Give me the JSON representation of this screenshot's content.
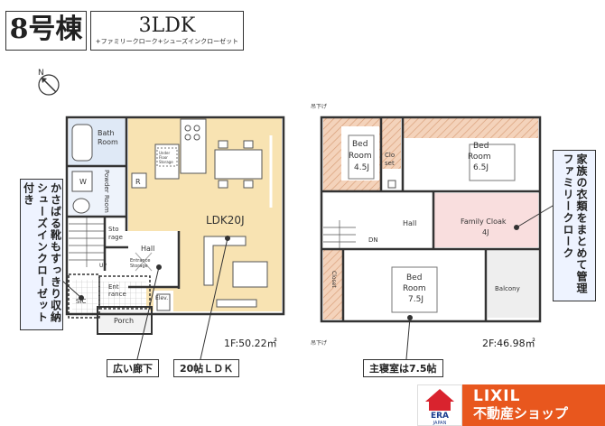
{
  "header": {
    "unit": "8号棟",
    "layout": "3LDK",
    "layout_sub": "+ファミリークローク+シューズインクローゼット"
  },
  "floor1": {
    "area": "1F:50.22㎡",
    "rooms": {
      "bath": [
        "Bath",
        "Room"
      ],
      "powder": "Powder Room",
      "w": "W",
      "r": "R",
      "ldk": "LDK20J",
      "under_floor": [
        "Under",
        "Floor",
        "Storage"
      ],
      "storage": [
        "Sto",
        "rage"
      ],
      "hall": "Hall",
      "entrance_storage": [
        "Entrance",
        "Storage"
      ],
      "entrance": [
        "Ent",
        "rance"
      ],
      "elev": "Elev.",
      "porch": "Porch",
      "sic": "SIC",
      "up": "UP"
    }
  },
  "floor2": {
    "area": "2F:46.98㎡",
    "rooms": {
      "bed1": [
        "Bed",
        "Room",
        "4.5J"
      ],
      "bed2": [
        "Bed",
        "Room",
        "6.5J"
      ],
      "closet": [
        "Clo",
        "set"
      ],
      "hall": "Hall",
      "dn": "DN",
      "family_cloak": [
        "Family Cloak",
        "4J"
      ],
      "bed3": [
        "Bed",
        "Room",
        "7.5J"
      ],
      "balcony": "Balcony",
      "closet_v": "Closet",
      "skylight_a": "吊下げ",
      "skylight_b": "吊下げ"
    }
  },
  "callouts": {
    "left": "かさばる靴もすっきり収納シューズインクローゼット付き",
    "right": "家族の衣類をまとめて管理ファミリークローク",
    "hall": "広い廊下",
    "ldk": "20帖ＬＤＫ",
    "master": "主寝室は7.5帖"
  },
  "logo": {
    "era": "ERA",
    "era_sub": "JAPAN",
    "brand": "LIXIL",
    "shop": "不動産ショップ"
  },
  "colors": {
    "ldk": "#f8e3b2",
    "cloak": "#f9dede",
    "wet": "#dfe9f6",
    "closet": "#f2c9a8",
    "brand_orange": "#e8571e"
  }
}
